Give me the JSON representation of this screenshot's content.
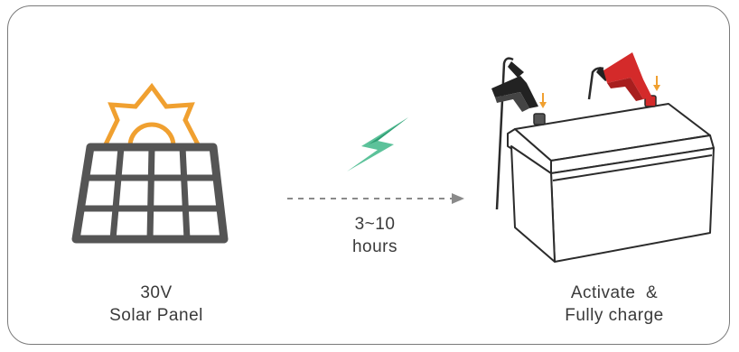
{
  "solar_panel": {
    "voltage": "30V",
    "label": "Solar Panel"
  },
  "transfer": {
    "duration": "3~10",
    "unit": "hours"
  },
  "battery": {
    "line1": "Activate  &",
    "line2": "Fully charge"
  },
  "colors": {
    "frame_border": "#7a7a7a",
    "line_art": "#2b2b2b",
    "sun_orange": "#f0a030",
    "bolt_green": "#5cc29a",
    "bolt_dark_green": "#2f9e74",
    "clamp_red": "#d42a2a",
    "clamp_black": "#222222",
    "arrow_gray": "#8a8a8a"
  }
}
